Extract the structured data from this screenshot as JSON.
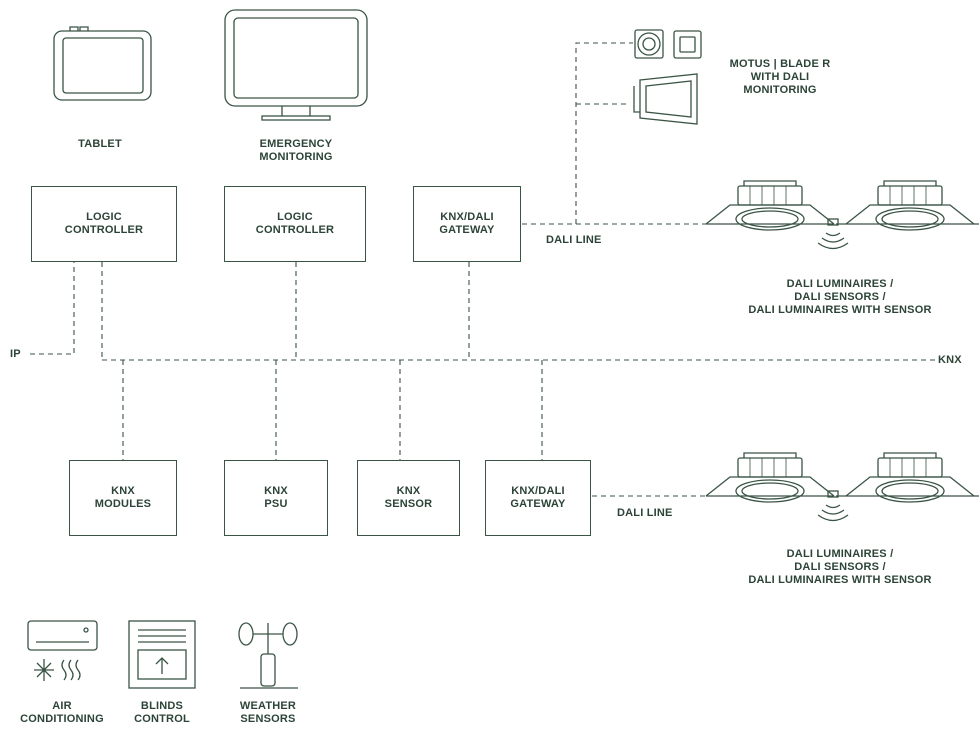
{
  "devices": {
    "tablet": "TABLET",
    "emergency_monitoring": [
      "EMERGENCY",
      "MONITORING"
    ],
    "motus": [
      "MOTUS | BLADE R",
      "WITH DALI",
      "MONITORING"
    ]
  },
  "boxes": {
    "logic_controller_1": [
      "LOGIC",
      "CONTROLLER"
    ],
    "logic_controller_2": [
      "LOGIC",
      "CONTROLLER"
    ],
    "gateway_top": [
      "KNX/DALI",
      "GATEWAY"
    ],
    "knx_modules": [
      "KNX",
      "MODULES"
    ],
    "knx_psu": [
      "KNX",
      "PSU"
    ],
    "knx_sensor": [
      "KNX",
      "SENSOR"
    ],
    "gateway_bottom": [
      "KNX/DALI",
      "GATEWAY"
    ]
  },
  "lines": {
    "dali_line_top": "DALI LINE",
    "dali_line_bottom": "DALI LINE",
    "ip": "IP",
    "knx": "KNX"
  },
  "luminaires": {
    "top": [
      "DALI LUMINAIRES /",
      "DALI SENSORS /",
      "DALI LUMINAIRES WITH SENSOR"
    ],
    "bottom": [
      "DALI LUMINAIRES /",
      "DALI SENSORS /",
      "DALI LUMINAIRES WITH SENSOR"
    ]
  },
  "field_devices": {
    "air_conditioning": [
      "AIR",
      "CONDITIONING"
    ],
    "blinds_control": [
      "BLINDS",
      "CONTROL"
    ],
    "weather_sensors": [
      "WEATHER",
      "SENSORS"
    ]
  },
  "colors": {
    "stroke": "#3a5445",
    "text": "#2c4437",
    "background": "#ffffff"
  }
}
